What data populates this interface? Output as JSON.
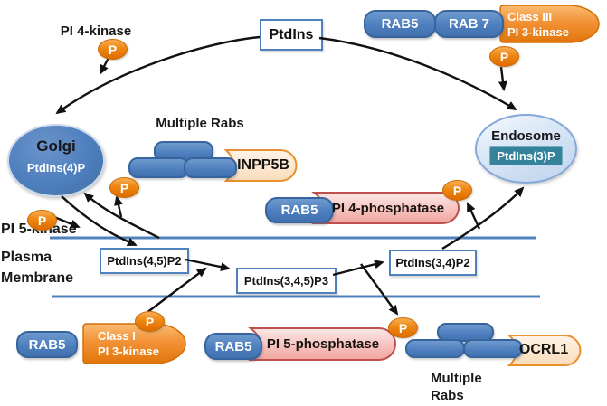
{
  "phosphate_label": "P",
  "labels": {
    "pi4_kinase": "PI 4-kinase",
    "pi5_kinase": "PI 5-kinase",
    "plasma": "Plasma",
    "membrane": "Membrane",
    "multiple_rabs": "Multiple Rabs",
    "multiple": "Multiple",
    "rabs": "Rabs"
  },
  "organelles": {
    "golgi": {
      "name": "Golgi",
      "lipid": "PtdIns(4)P"
    },
    "endosome": {
      "name": "Endosome",
      "lipid": "PtdIns(3)P"
    }
  },
  "metabolites": {
    "ptdins": "PtdIns",
    "ptdins_45_p2": "PtdIns(4,5)P2",
    "ptdins_345_p3": "PtdIns(3,4,5)P3",
    "ptdins_34_p2": "PtdIns(3,4)P2"
  },
  "rabs": {
    "rab5": "RAB5",
    "rab7": "RAB 7"
  },
  "enzymes": {
    "class_iii_line1": "Class III",
    "class_iii_line2": "PI 3-kinase",
    "class_i_line1": "Class I",
    "class_i_line2": "PI 3-kinase",
    "inpp5b": "INPP5B",
    "ocrl1": "OCRL1",
    "pi4_phosphatase": "PI 4-phosphatase",
    "pi5_phosphatase": "PI 5-phosphatase"
  },
  "colors": {
    "rab_blue": "#4D7EBE",
    "membrane_blue": "#4F81BD",
    "kinase_orange": "#E8790A",
    "phosphatase_pink_border": "#C0504D",
    "sphosphatase_peach_border": "#E88F2F",
    "endosome_teal": "#35829B",
    "arrow_black": "#111111"
  }
}
